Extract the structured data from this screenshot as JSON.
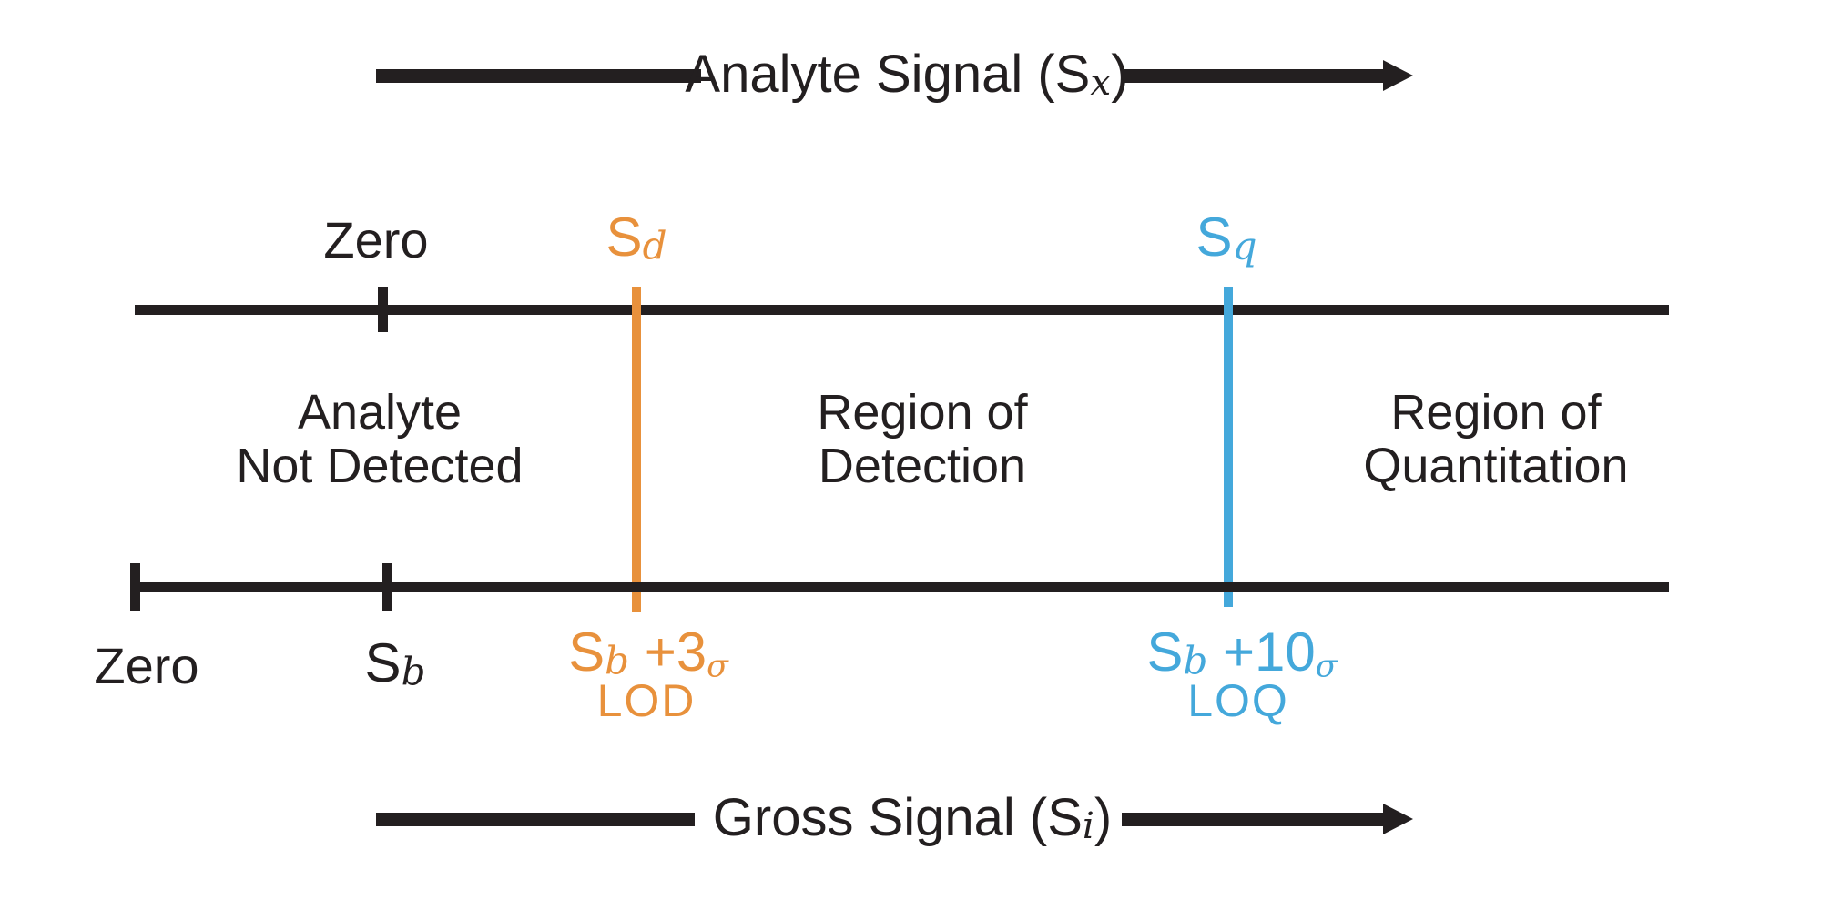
{
  "colors": {
    "ink": "#231F20",
    "orange": "#E8913C",
    "blue": "#44A8DB",
    "background": "#FFFFFF"
  },
  "top_arrow": {
    "prefix": "Analyte Signal (S",
    "subscript": "x",
    "suffix": ")"
  },
  "bottom_arrow": {
    "prefix": "Gross Signal (S",
    "subscript": "i",
    "suffix": ")"
  },
  "top_axis": {
    "zero_label": "Zero",
    "sd": {
      "base": "S",
      "subscript": "d"
    },
    "sq": {
      "base": "S",
      "subscript": "q"
    }
  },
  "regions": [
    {
      "line1": "Analyte",
      "line2": "Not Detected"
    },
    {
      "line1": "Region of",
      "line2": "Detection"
    },
    {
      "line1": "Region of",
      "line2": "Quantitation"
    }
  ],
  "bottom_axis": {
    "zero_label": "Zero",
    "sb": {
      "base": "S",
      "subscript": "b"
    },
    "lod": {
      "base": "S",
      "subscript": "b",
      "operator": " +3",
      "sigma": "σ",
      "caption": "LOD"
    },
    "loq": {
      "base": "S",
      "subscript": "b",
      "operator": " +10",
      "sigma": "σ",
      "caption": "LOQ"
    }
  }
}
